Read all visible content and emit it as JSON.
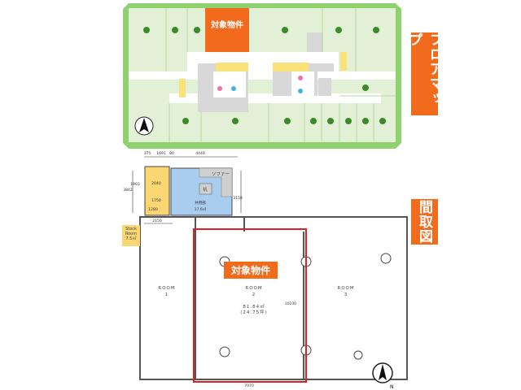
{
  "labels": {
    "floor_map": "フロアマップ",
    "layout": "間取図"
  },
  "floor_map": {
    "target_label": "対象物件"
  },
  "floor_plan": {
    "target_label": "対象物件",
    "dims": {
      "top_a": "375",
      "top_b": "1691",
      "top_c": "80",
      "top_d": "4449",
      "left_a": "3842",
      "left_b": "1903",
      "mid_a": "2040",
      "mid_b": "1750",
      "mid_c": "1280",
      "mid_d": "2150",
      "right_a": "3158",
      "room2_height": "10230",
      "bottom": "7070"
    },
    "sofa": "ソファー",
    "desk": "机",
    "common_area": "共用部",
    "common_area_size": "17.6㎡",
    "stock_room": [
      "Stock",
      "Room",
      "7.5㎡"
    ],
    "room1": [
      "ROOM",
      "1"
    ],
    "room2": [
      "ROOM",
      "2"
    ],
    "room2_area": "81.84㎡",
    "room2_tsubo": "(24.75坪)",
    "room3": [
      "ROOM",
      "3"
    ],
    "north": "N"
  },
  "colors": {
    "accent": "#f26b1d",
    "map_green": "#8fd16f",
    "map_fill": "#e2f1d6",
    "highlight_red": "#e02020",
    "common_blue": "#a9cdef",
    "stock_yellow": "#fbd774"
  }
}
